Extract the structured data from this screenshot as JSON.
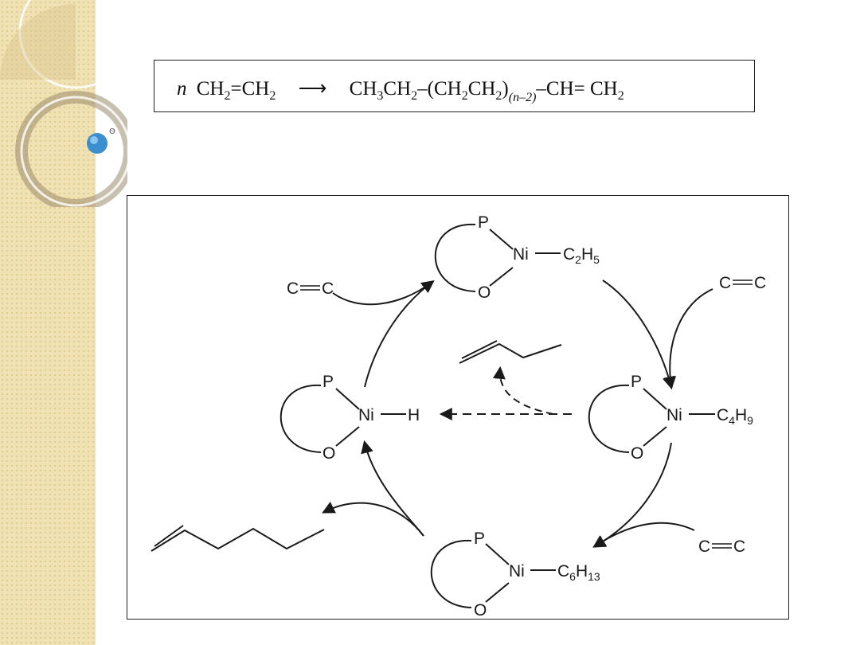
{
  "decor": {
    "accent": "#f1e2b3",
    "badge": "Θ"
  },
  "equation": {
    "coef": "n",
    "reactant": [
      "CH",
      "2",
      "=CH",
      "2"
    ],
    "arrow": "⟶",
    "product_part1": [
      "CH",
      "3",
      "CH",
      "2",
      "–(CH",
      "2",
      "CH",
      "2",
      ")"
    ],
    "repeat_sub": "(n–2)",
    "product_part2": [
      "–CH= CH",
      "2"
    ]
  },
  "diagram": {
    "complex_top": {
      "p": "P",
      "o": "O",
      "ni": "Ni",
      "alkyl": "C",
      "alkyl_sub1": "2",
      "alkyl_h": "H",
      "alkyl_sub2": "5"
    },
    "complex_right": {
      "p": "P",
      "o": "O",
      "ni": "Ni",
      "alkyl": "C",
      "alkyl_sub1": "4",
      "alkyl_h": "H",
      "alkyl_sub2": "9"
    },
    "complex_bottom": {
      "p": "P",
      "o": "O",
      "ni": "Ni",
      "alkyl": "C",
      "alkyl_sub1": "6",
      "alkyl_h": "H",
      "alkyl_sub2": "13"
    },
    "complex_left": {
      "p": "P",
      "o": "O",
      "ni": "Ni",
      "h": "H"
    },
    "ethylene_label": [
      "C",
      "C"
    ]
  }
}
